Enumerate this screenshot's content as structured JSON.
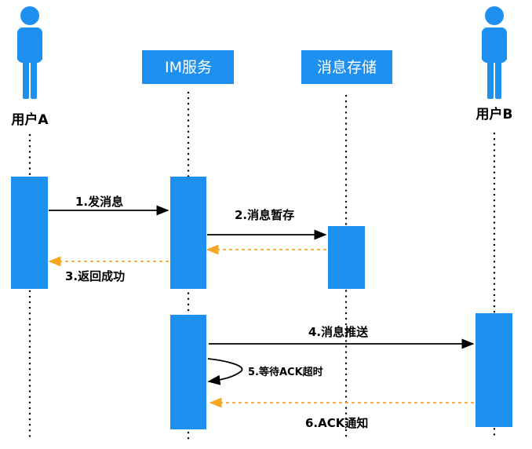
{
  "colors": {
    "accent": "#1e90f0",
    "request_arrow": "#000000",
    "response_arrow": "#f5a623",
    "lifeline": "#000000",
    "box_text": "#ffffff"
  },
  "participants": {
    "user_a": {
      "label": "用户A",
      "icon": "person-icon"
    },
    "im_service": {
      "label": "IM服务"
    },
    "message_store": {
      "label": "消息存储"
    },
    "user_b": {
      "label": "用户B",
      "icon": "person-icon"
    }
  },
  "messages": [
    {
      "label": "1.发消息",
      "from": "user_a",
      "to": "im_service",
      "style": "solid"
    },
    {
      "label": "2.消息暂存",
      "from": "im_service",
      "to": "message_store",
      "style": "solid"
    },
    {
      "label": "",
      "from": "message_store",
      "to": "im_service",
      "style": "dashed"
    },
    {
      "label": "3.返回成功",
      "from": "im_service",
      "to": "user_a",
      "style": "dashed"
    },
    {
      "label": "4.消息推送",
      "from": "im_service",
      "to": "user_b",
      "style": "solid"
    },
    {
      "label": "5.等待ACK超时",
      "from": "im_service",
      "to": "im_service",
      "style": "solid"
    },
    {
      "label": "6.ACK通知",
      "from": "user_b",
      "to": "im_service",
      "style": "dashed"
    }
  ]
}
